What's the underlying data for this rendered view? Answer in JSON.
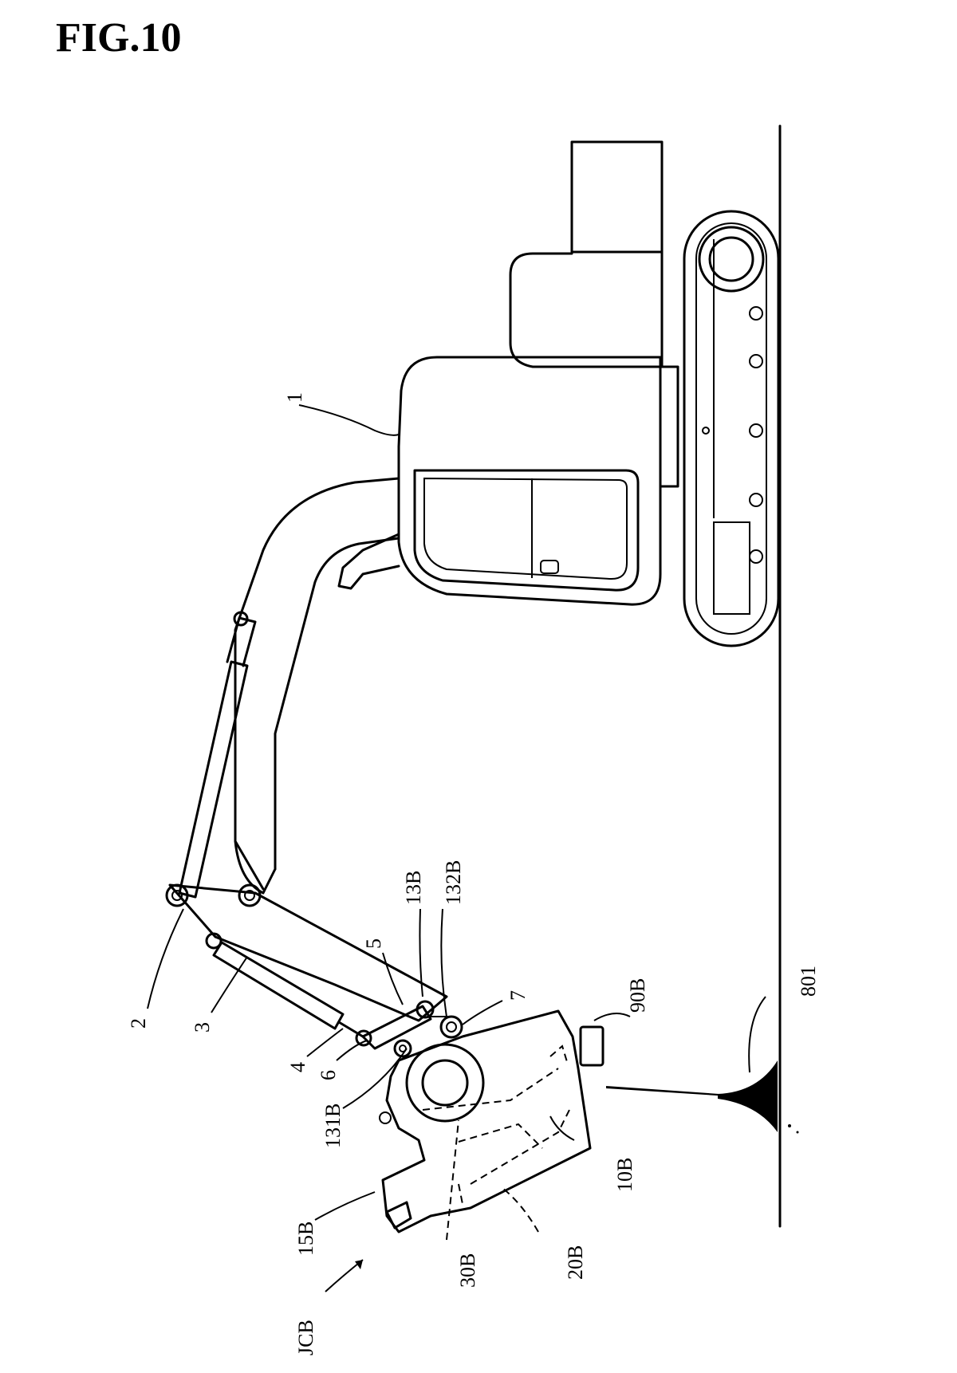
{
  "figure": {
    "title": "FIG.10"
  },
  "labels": {
    "l1": "1",
    "l2": "2",
    "l3": "3",
    "l4": "4",
    "l5": "5",
    "l6": "6",
    "l7": "7",
    "l13B": "13B",
    "l131B": "131B",
    "l132B": "132B",
    "l15B": "15B",
    "l10B": "10B",
    "l20B": "20B",
    "l30B": "30B",
    "l90B": "90B",
    "l801": "801",
    "lJCB": "JCB"
  }
}
